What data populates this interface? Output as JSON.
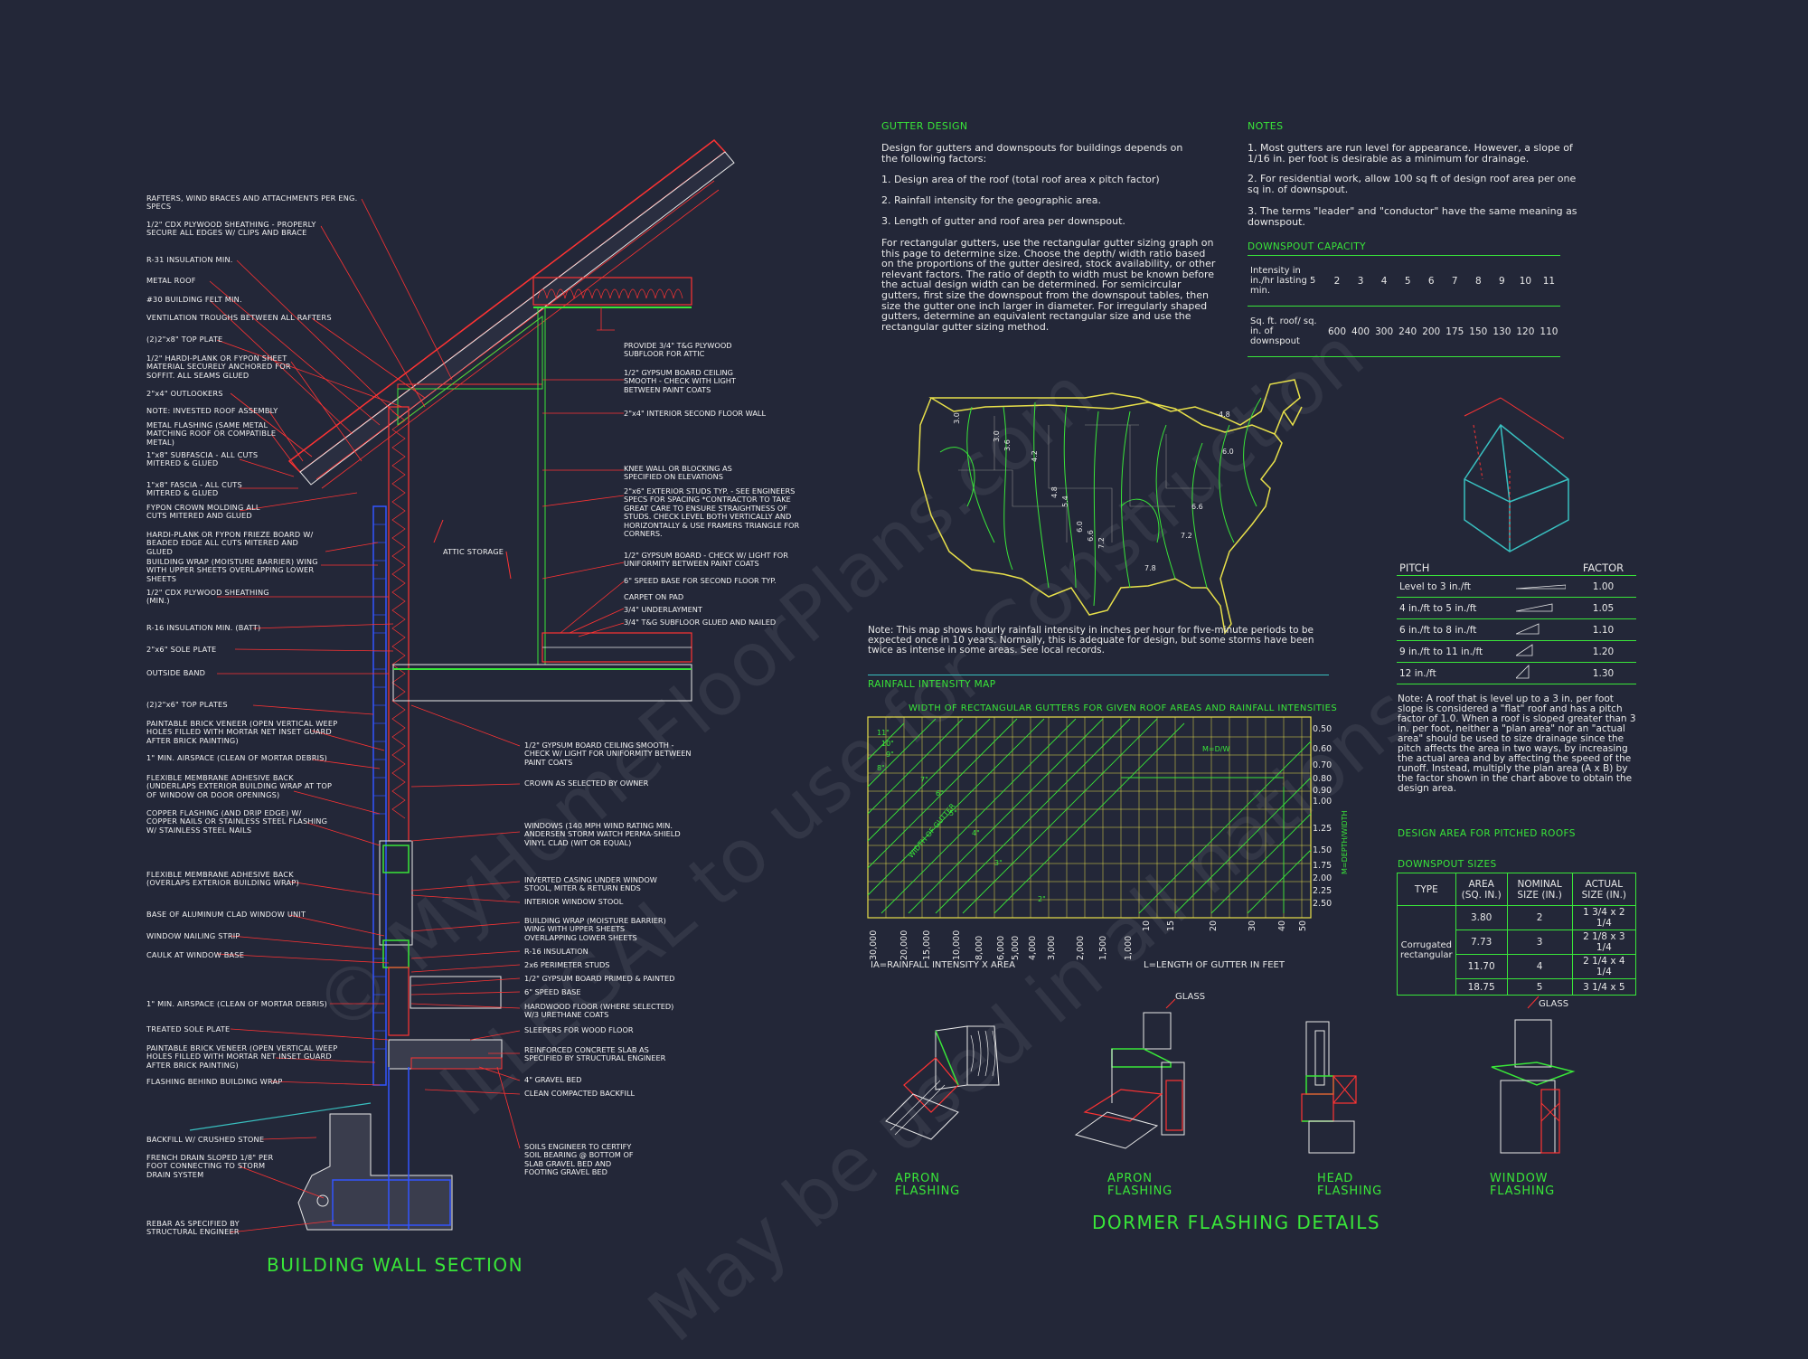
{
  "watermark": {
    "line1": "© MyHomeFloorPlans.com",
    "line2": "ILLEGAL to use for Construction",
    "line3": "May be used in all nations"
  },
  "wall_section": {
    "title": "BUILDING WALL SECTION",
    "attic_label": "ATTIC STORAGE",
    "left_labels": [
      "RAFTERS, WIND BRACES AND ATTACHMENTS PER ENG. SPECS",
      "1/2\" CDX PLYWOOD SHEATHING - PROPERLY SECURE ALL EDGES W/ CLIPS AND BRACE",
      "R-31 INSULATION MIN.",
      "METAL ROOF",
      "#30 BUILDING FELT MIN.",
      "VENTILATION TROUGHS BETWEEN ALL RAFTERS",
      "(2)2\"x8\" TOP PLATE",
      "1/2\" HARDI-PLANK OR FYPON SHEET MATERIAL SECURELY ANCHORED FOR SOFFIT. ALL SEAMS GLUED",
      "2\"x4\" OUTLOOKERS",
      "NOTE: INVESTED ROOF ASSEMBLY",
      "METAL FLASHING (SAME METAL MATCHING ROOF OR COMPATIBLE METAL)",
      "1\"x8\" SUBFASCIA - ALL CUTS MITERED & GLUED",
      "1\"x8\" FASCIA - ALL CUTS MITERED & GLUED",
      "FYPON CROWN MOLDING ALL CUTS MITERED AND GLUED",
      "HARDI-PLANK OR FYPON FRIEZE BOARD W/ BEADED EDGE ALL CUTS MITERED AND GLUED",
      "BUILDING WRAP (MOISTURE BARRIER) WING WITH UPPER SHEETS OVERLAPPING LOWER SHEETS",
      "1/2\" CDX PLYWOOD SHEATHING (MIN.)",
      "R-16 INSULATION MIN. (BATT)",
      "2\"x6\" SOLE PLATE",
      "OUTSIDE BAND",
      "(2)2\"x6\" TOP PLATES",
      "PAINTABLE BRICK VENEER (OPEN VERTICAL WEEP HOLES FILLED WITH MORTAR NET INSET GUARD AFTER BRICK PAINTING)",
      "1\" MIN. AIRSPACE (CLEAN OF MORTAR DEBRIS)",
      "FLEXIBLE MEMBRANE ADHESIVE BACK (UNDERLAPS EXTERIOR BUILDING WRAP AT TOP OF WINDOW OR DOOR OPENINGS)",
      "COPPER FLASHING (AND DRIP EDGE) W/ COPPER NAILS OR STAINLESS STEEL FLASHING W/ STAINLESS STEEL NAILS",
      "FLEXIBLE MEMBRANE ADHESIVE BACK (OVERLAPS EXTERIOR BUILDING WRAP)",
      "BASE OF ALUMINUM CLAD WINDOW UNIT",
      "WINDOW NAILING STRIP",
      "CAULK AT WINDOW BASE",
      "1\" MIN. AIRSPACE (CLEAN OF MORTAR DEBRIS)",
      "TREATED SOLE PLATE",
      "PAINTABLE BRICK VENEER (OPEN VERTICAL WEEP HOLES FILLED WITH MORTAR NET INSET GUARD AFTER BRICK PAINTING)",
      "FLASHING BEHIND BUILDING WRAP",
      "BACKFILL W/ CRUSHED STONE",
      "FRENCH DRAIN SLOPED 1/8\" PER FOOT CONNECTING TO STORM DRAIN SYSTEM",
      "REBAR AS SPECIFIED BY STRUCTURAL ENGINEER"
    ],
    "right_labels": [
      "PROVIDE 3/4\" T&G PLYWOOD SUBFLOOR FOR ATTIC",
      "1/2\" GYPSUM BOARD CEILING SMOOTH - CHECK WITH LIGHT BETWEEN PAINT COATS",
      "2\"x4\" INTERIOR SECOND FLOOR WALL",
      "KNEE WALL OR BLOCKING AS SPECIFIED ON ELEVATIONS",
      "2\"x6\" EXTERIOR STUDS TYP. - SEE ENGINEERS SPECS FOR SPACING *CONTRACTOR TO TAKE GREAT CARE TO ENSURE STRAIGHTNESS OF STUDS. CHECK LEVEL BOTH VERTICALLY AND HORIZONTALLY & USE FRAMERS TRIANGLE FOR CORNERS.",
      "1/2\" GYPSUM BOARD - CHECK W/ LIGHT FOR UNIFORMITY BETWEEN PAINT COATS",
      "6\" SPEED BASE FOR SECOND FLOOR TYP.",
      "CARPET ON PAD",
      "3/4\" UNDERLAYMENT",
      "3/4\" T&G SUBFLOOR GLUED AND NAILED",
      "1/2\" GYPSUM BOARD CEILING SMOOTH - CHECK W/ LIGHT FOR UNIFORMITY BETWEEN PAINT COATS",
      "CROWN AS SELECTED BY OWNER",
      "WINDOWS (140 MPH WIND RATING MIN. ANDERSEN STORM WATCH PERMA-SHIELD VINYL CLAD (WIT OR EQUAL)",
      "INVERTED CASING UNDER WINDOW STOOL, MITER & RETURN ENDS",
      "INTERIOR WINDOW STOOL",
      "BUILDING WRAP (MOISTURE BARRIER) WING WITH UPPER SHEETS OVERLAPPING LOWER SHEETS",
      "R-16 INSULATION",
      "2x6 PERIMETER STUDS",
      "1/2\" GYPSUM BOARD PRIMED & PAINTED",
      "6\" SPEED BASE",
      "HARDWOOD FLOOR (WHERE SELECTED) W/3 URETHANE COATS",
      "SLEEPERS FOR WOOD FLOOR",
      "REINFORCED CONCRETE SLAB AS SPECIFIED BY STRUCTURAL ENGINEER",
      "4\" GRAVEL BED",
      "CLEAN COMPACTED BACKFILL",
      "SOILS ENGINEER TO CERTIFY SOIL BEARING @ BOTTOM OF SLAB GRAVEL BED AND FOOTING GRAVEL BED"
    ]
  },
  "gutter_design": {
    "heading": "GUTTER DESIGN",
    "intro": "Design for gutters and downspouts for buildings depends on the following factors:",
    "factors": [
      "1. Design area of the roof (total roof area x pitch factor)",
      "2. Rainfall intensity for the geographic area.",
      "3. Length of gutter and roof area per downspout."
    ],
    "body": "For rectangular gutters, use the rectangular gutter sizing graph on this page to determine size. Choose the depth/ width ratio based on the proportions of the gutter desired, stock availability, or other relevant factors. The ratio of depth to width must be known before the actual design width can be determined. For semicircular gutters, first size the downspout from the downspout tables, then size the gutter one inch larger in diameter. For irregularly shaped gutters, determine an equivalent rectangular size and use the rectangular gutter sizing method."
  },
  "notes": {
    "heading": "NOTES",
    "items": [
      "1. Most gutters are run level for appearance. However, a slope of 1/16 in. per foot is desirable as a minimum for drainage.",
      "2. For residential work, allow 100 sq ft of design roof area per one sq in. of downspout.",
      "3. The terms \"leader\" and \"conductor\" have the same meaning as downspout."
    ]
  },
  "downspout_capacity": {
    "heading": "DOWNSPOUT CAPACITY",
    "row1_label": "Intensity in in./hr lasting 5 min.",
    "row2_label": "Sq. ft. roof/ sq. in. of downspout",
    "intensity": [
      "2",
      "3",
      "4",
      "5",
      "6",
      "7",
      "8",
      "9",
      "10",
      "11"
    ],
    "sqft": [
      "600",
      "400",
      "300",
      "240",
      "200",
      "175",
      "150",
      "130",
      "120",
      "110"
    ]
  },
  "map": {
    "note": "Note: This map shows hourly rainfall intensity in inches per hour for five-minute periods to be expected once in 10 years. Normally, this is adequate for design, but some storms have been twice as intense in some areas. See local records.",
    "caption": "RAINFALL INTENSITY MAP",
    "contour_labels": [
      "3.0",
      "3.0",
      "3.6",
      "4.2",
      "4.8",
      "5.4",
      "6.0",
      "6.6",
      "7.2",
      "7.8",
      "4.8",
      "6.0",
      "6.6",
      "7.2"
    ]
  },
  "gutter_chart": {
    "title": "WIDTH OF RECTANGULAR GUTTERS FOR GIVEN ROOF AREAS AND RAINFALL INTENSITIES",
    "x_ticks": [
      "30,000",
      "20,000",
      "15,000",
      "10,000",
      "8,000",
      "6,000",
      "5,000",
      "4,000",
      "3,000",
      "2,000",
      "1,500",
      "1,000",
      "10",
      "15",
      "20",
      "30",
      "40",
      "50"
    ],
    "y_ticks": [
      "0.50",
      "0.60",
      "0.70",
      "0.80",
      "0.90",
      "1.00",
      "1.25",
      "1.50",
      "1.75",
      "2.00",
      "2.25",
      "2.50"
    ],
    "width_labels": [
      "11\"",
      "10\"",
      "9\"",
      "8\"",
      "7\"",
      "6\"",
      "5\"",
      "4\"",
      "3\"",
      "2\""
    ],
    "axis_width": "WIDTH OF GUTTER",
    "axis_ratio": "M=DEPTH/WIDTH",
    "md_label": "M=D/W",
    "x_caption_left": "IA=RAINFALL INTENSITY X AREA",
    "x_caption_right": "L=LENGTH OF GUTTER IN FEET"
  },
  "pitch": {
    "col1": "PITCH",
    "col2": "FACTOR",
    "rows": [
      {
        "pitch": "Level to 3 in./ft",
        "factor": "1.00"
      },
      {
        "pitch": "4 in./ft to 5 in./ft",
        "factor": "1.05"
      },
      {
        "pitch": "6 in./ft to 8 in./ft",
        "factor": "1.10"
      },
      {
        "pitch": "9 in./ft to 11 in./ft",
        "factor": "1.20"
      },
      {
        "pitch": "12 in./ft",
        "factor": "1.30"
      }
    ],
    "note": "Note: A roof that is level up to a 3 in. per foot slope is considered a \"flat\" roof and has a pitch factor of 1.0. When a roof is sloped greater than 3 in. per foot, neither a \"plan area\" nor an \"actual area\" should be used to size drainage since the pitch affects the area in two ways, by increasing the actual area and by affecting the speed of the runoff. Instead, multiply the plan area (A x B) by the factor shown in the chart above to obtain the design area.",
    "design_area": "DESIGN AREA FOR PITCHED ROOFS"
  },
  "downspout_sizes": {
    "heading": "DOWNSPOUT SIZES",
    "headers": [
      "TYPE",
      "AREA (SQ. IN.)",
      "NOMINAL SIZE (IN.)",
      "ACTUAL SIZE (IN.)"
    ],
    "type": "Corrugated rectangular",
    "rows": [
      {
        "area": "3.80",
        "nominal": "2",
        "actual": "1 3/4 x 2 1/4"
      },
      {
        "area": "7.73",
        "nominal": "3",
        "actual": "2 1/8 x 3 1/4"
      },
      {
        "area": "11.70",
        "nominal": "4",
        "actual": "2 1/4 x 4 1/4"
      },
      {
        "area": "18.75",
        "nominal": "5",
        "actual": "3 1/4 x 5"
      }
    ]
  },
  "dormer": {
    "title": "DORMER FLASHING DETAILS",
    "glass": "GLASS",
    "captions": [
      "APRON FLASHING",
      "APRON FLASHING",
      "HEAD FLASHING",
      "WINDOW FLASHING"
    ]
  }
}
